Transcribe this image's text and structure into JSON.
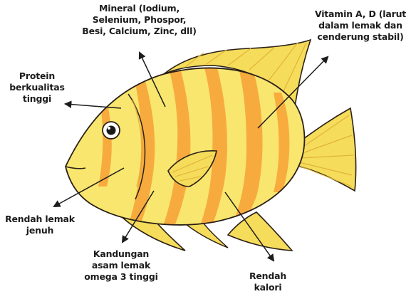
{
  "labels": {
    "mineral": [
      "Mineral (Iodium,",
      "Selenium, Phospor,",
      "Besi, Calcium, Zinc, dll)"
    ],
    "vitamin": [
      "Vitamin A, D (larut",
      "dalam lemak dan",
      "cenderung stabil)"
    ],
    "protein": [
      "Protein",
      "berkualitas",
      "tinggi"
    ],
    "rendah_lemak": [
      "Rendah lemak",
      "jenuh"
    ],
    "kandungan": [
      "Kandungan",
      "asam lemak",
      "omega 3 tinggi"
    ],
    "kalori": [
      "Rendah",
      "kalori"
    ]
  },
  "colors": {
    "body_yellow": "#f9e66e",
    "stripe_orange": "#f7a73a",
    "fin_yellow": "#f6dc5b",
    "outline": "#2a2016",
    "arrow": "#1c1c1c"
  }
}
